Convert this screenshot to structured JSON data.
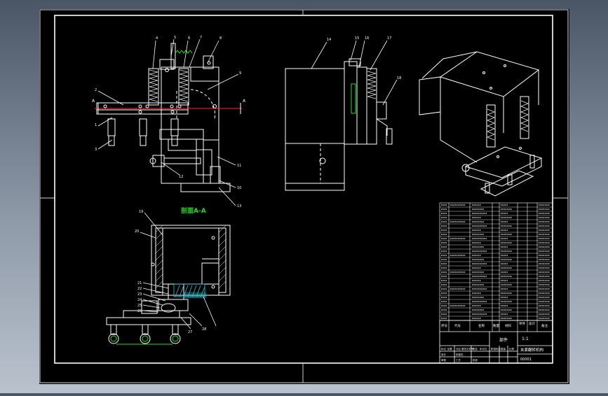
{
  "section_title": "剖面A-A",
  "section_marker": "A",
  "balloons": {
    "front": [
      "4",
      "5",
      "6",
      "7",
      "8",
      "9",
      "2",
      "1",
      "3",
      "12",
      "11",
      "10",
      "13"
    ],
    "side": [
      "14",
      "15",
      "16",
      "17",
      "18"
    ],
    "section": [
      "19",
      "20",
      "21",
      "22",
      "23",
      "24",
      "25",
      "26",
      "27",
      "28"
    ]
  },
  "title_block": {
    "part_name": "夹紧翻转机构",
    "material_label": "部件",
    "scale": "比例",
    "scale_value": "1:1",
    "drawing_no": "00001",
    "header_cells": [
      "序号",
      "代号",
      "名称",
      "数量",
      "材料",
      "单件",
      "总计",
      "备注"
    ],
    "sign_cells": [
      "标记",
      "处数",
      "分区",
      "更改文件号",
      "签名",
      "年月日",
      "设计",
      "标准化",
      "审核",
      "工艺",
      "批准",
      "阶段标记",
      "重量",
      "比例"
    ]
  },
  "colors": {
    "paper": "#000000",
    "outer_frame": "#d8d8d8",
    "line": "#ffffff",
    "centerline": "#ff2a2a",
    "section_title": "#22dd22",
    "hatch": "#29c7d8",
    "spring": "#e8e8e8",
    "wheel": "#22dd22"
  }
}
